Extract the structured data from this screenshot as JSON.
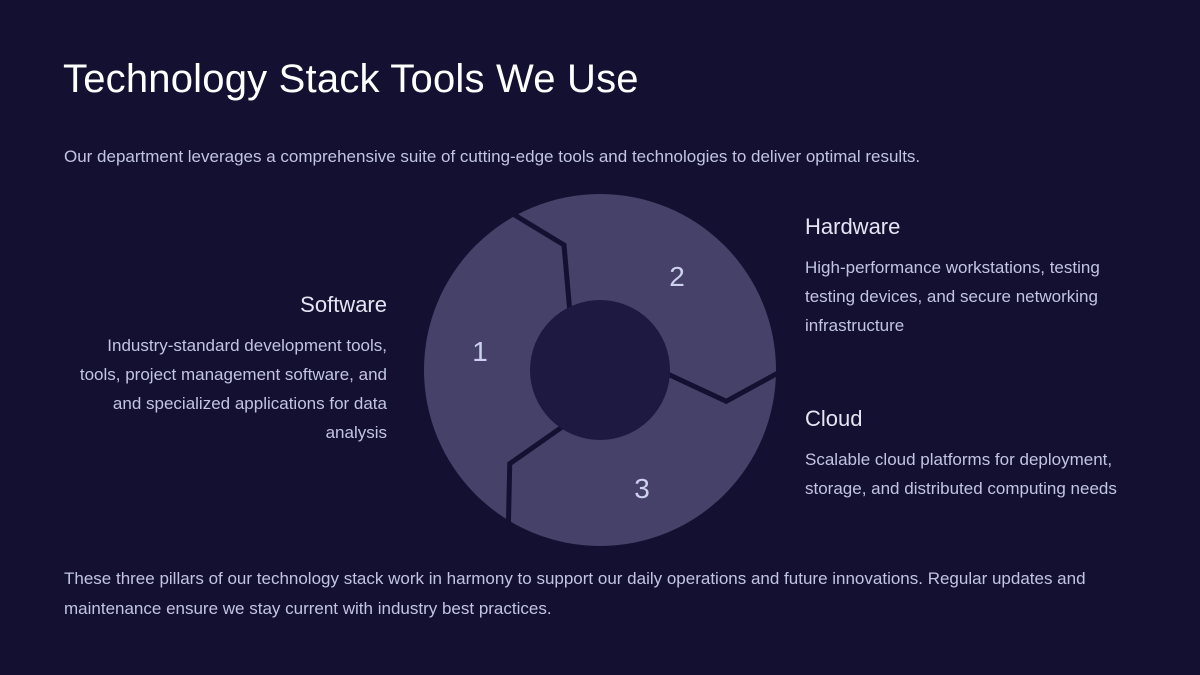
{
  "title": "Technology Stack Tools We Use",
  "subtitle": "Our department leverages a comprehensive suite of cutting-edge tools and technologies to deliver optimal results.",
  "footer": "These three pillars of our technology stack work in harmony to support our daily operations and future innovations. Regular updates and maintenance ensure we stay current with industry best practices.",
  "diagram": {
    "type": "cycle",
    "steps": [
      {
        "number": "1",
        "title": "Software",
        "description": "Industry-standard development tools, tools, project management software, and and specialized applications for data analysis"
      },
      {
        "number": "2",
        "title": "Hardware",
        "description": "High-performance workstations, testing testing devices, and secure networking infrastructure"
      },
      {
        "number": "3",
        "title": "Cloud",
        "description": "Scalable cloud platforms for deployment, storage, and distributed computing needs"
      }
    ]
  },
  "colors": {
    "background": "#141031",
    "donut-segment": "#454168",
    "donut-hole": "#1d1941",
    "separator": "#141031",
    "title-text": "#ffffff",
    "body-text": "#c2c4e4",
    "heading-text": "#e4e5f3",
    "number-text": "#cdd0ee"
  }
}
